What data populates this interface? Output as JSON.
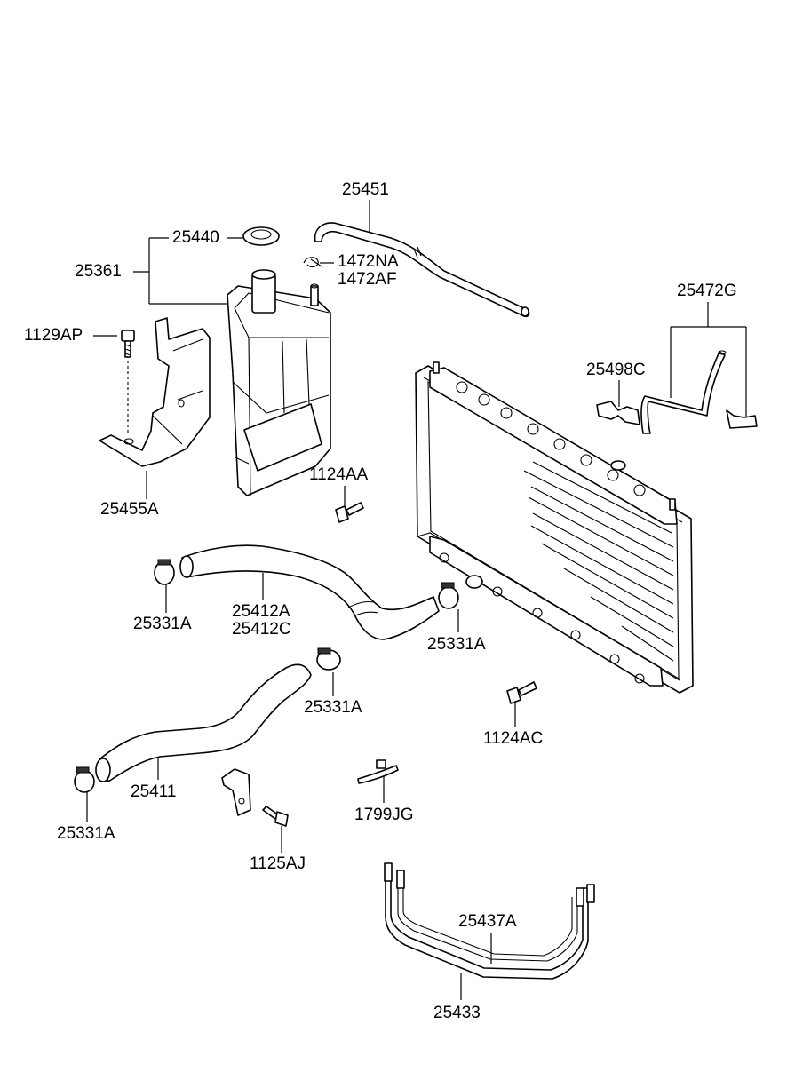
{
  "labels": {
    "p25451": "25451",
    "p25440": "25440",
    "p25361": "25361",
    "p1472NA": "1472NA",
    "p1472AF": "1472AF",
    "p25472G": "25472G",
    "p1129AP": "1129AP",
    "p25498C": "25498C",
    "p1124AA": "1124AA",
    "p25455A": "25455A",
    "p25331A_1": "25331A",
    "p25412A": "25412A",
    "p25412C": "25412C",
    "p25331A_2": "25331A",
    "p25331A_3": "25331A",
    "p1124AC": "1124AC",
    "p25411": "25411",
    "p1799JG": "1799JG",
    "p25331A_4": "25331A",
    "p1125AJ": "1125AJ",
    "p25437A": "25437A",
    "p25433": "25433"
  }
}
